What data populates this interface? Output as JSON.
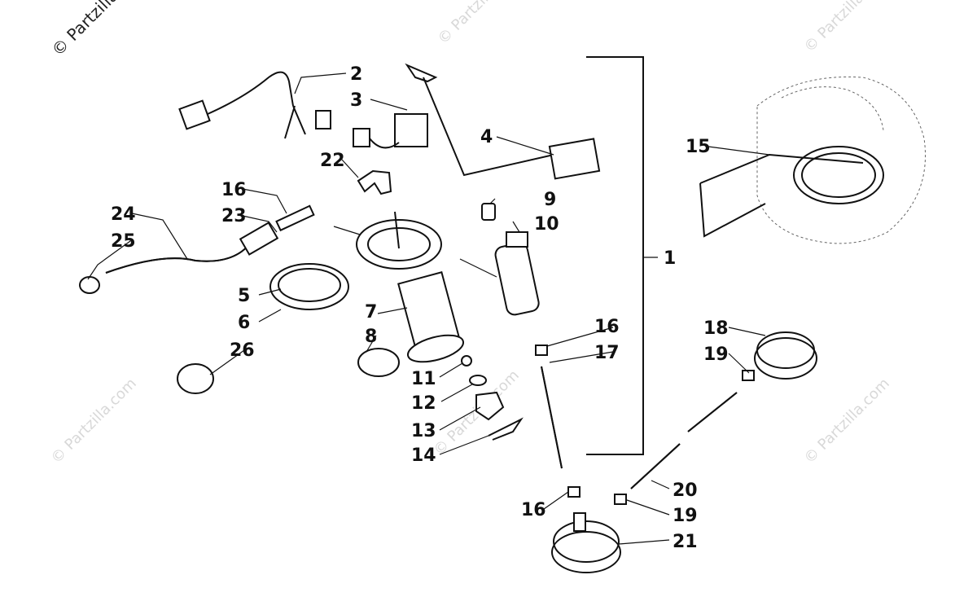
{
  "watermark": {
    "corner": "© Partzilla",
    "repeat": "© Partzilla.com"
  },
  "callouts": {
    "c1": "1",
    "c2": "2",
    "c3": "3",
    "c4": "4",
    "c5": "5",
    "c6": "6",
    "c7": "7",
    "c8": "8",
    "c9": "9",
    "c10": "10",
    "c11": "11",
    "c12": "12",
    "c13": "13",
    "c14": "14",
    "c15": "15",
    "c16a": "16",
    "c16b": "16",
    "c16c": "16",
    "c17": "17",
    "c18": "18",
    "c19a": "19",
    "c19b": "19",
    "c20": "20",
    "c21": "21",
    "c22": "22",
    "c23": "23",
    "c24": "24",
    "c25": "25",
    "c26": "26"
  }
}
